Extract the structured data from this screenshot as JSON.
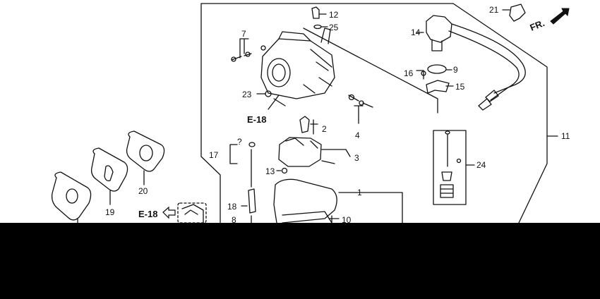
{
  "colors": {
    "line": "#111111",
    "background": "#ffffff",
    "band": "#000000"
  },
  "labels": {
    "p1": "1",
    "p2": "2",
    "p3": "3",
    "p4": "4",
    "p7": "7",
    "p8": "8",
    "p9": "9",
    "p10": "10",
    "p11": "11",
    "p12": "12",
    "p13": "13",
    "p14": "14",
    "p15": "15",
    "p16": "16",
    "p17": "17",
    "p18": "18",
    "p19": "19",
    "p20": "20",
    "p21": "21",
    "p23": "23",
    "p24": "24",
    "p25": "25",
    "unknown": "?"
  },
  "references": {
    "e18_top": "E-18",
    "e18_left": "E-18"
  },
  "orientation": {
    "forward": "FR."
  },
  "icons": {
    "forward": "arrow-icon",
    "reference": "left-arrow-icon"
  }
}
